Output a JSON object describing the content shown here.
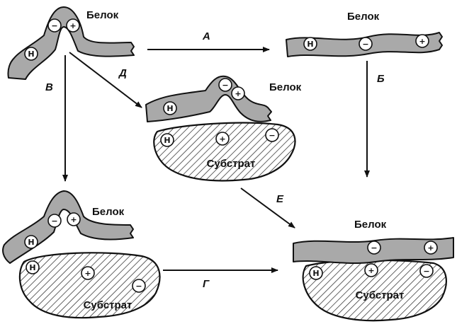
{
  "protein_label": "Белок",
  "substrate_label": "Субстрат",
  "charges": {
    "negative": "−",
    "positive": "+",
    "neutral": "Н"
  },
  "arrows": {
    "a": "А",
    "b": "Б",
    "v": "В",
    "g": "Г",
    "d": "Д",
    "e": "Е"
  }
}
